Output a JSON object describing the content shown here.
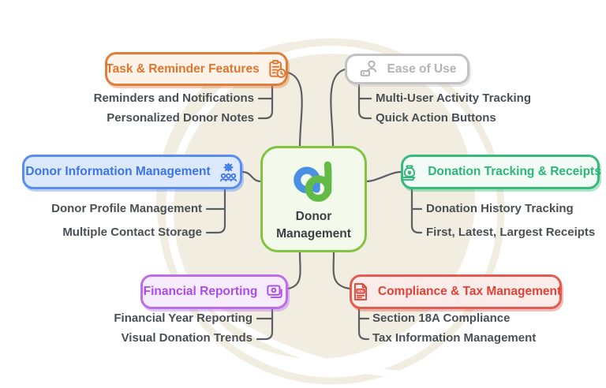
{
  "canvas": {
    "background": "#ffffff",
    "blob_color": "#f1ede1"
  },
  "center": {
    "title": "Donor Management",
    "logo": "donor-management-logo",
    "border_color": "#82c341",
    "bg_color": "#f3faec",
    "text_color": "#3c4043",
    "logo_colors": {
      "a": "#4a90e2",
      "d": "#62bb46"
    }
  },
  "branches": [
    {
      "id": "task-reminder",
      "label": "Task & Reminder Features",
      "icon": "clipboard-clock-icon",
      "accent": "#dd7f3f",
      "text_color": "#e0762e",
      "bg_color": "#fdf3e9",
      "children": [
        "Reminders and Notifications",
        "Personalized Donor Notes"
      ]
    },
    {
      "id": "ease-of-use",
      "label": "Ease of Use",
      "icon": "user-laptop-icon",
      "accent": "#c2c2c2",
      "text_color": "#b3b3b3",
      "bg_color": "#ffffff",
      "children": [
        "Multi-User Activity Tracking",
        "Quick Action Buttons"
      ]
    },
    {
      "id": "donor-information",
      "label": "Donor Information Management",
      "icon": "team-gear-icon",
      "accent": "#5b8def",
      "text_color": "#3d74e6",
      "bg_color": "#dce8fb",
      "children": [
        "Donor Profile Management",
        "Multiple Contact Storage"
      ]
    },
    {
      "id": "donation-tracking",
      "label": "Donation Tracking & Receipts",
      "icon": "donation-bag-icon",
      "accent": "#36bb7b",
      "text_color": "#2db677",
      "bg_color": "#f2fbf6",
      "children": [
        "Donation History Tracking",
        "First, Latest, Largest Receipts"
      ]
    },
    {
      "id": "financial-reporting",
      "label": "Financial Reporting",
      "icon": "report-card-icon",
      "accent": "#ba6fe8",
      "text_color": "#ab4ce5",
      "bg_color": "#f7ecfd",
      "children": [
        "Financial Year Reporting",
        "Visual Donation Trends"
      ]
    },
    {
      "id": "compliance-tax",
      "label": "Compliance & Tax Management",
      "icon": "tax-document-icon",
      "accent": "#e25c52",
      "text_color": "#df4338",
      "bg_color": "#fcece9",
      "children": [
        "Section 18A Compliance",
        "Tax Information Management"
      ]
    }
  ],
  "connector_color": "#5c6065"
}
